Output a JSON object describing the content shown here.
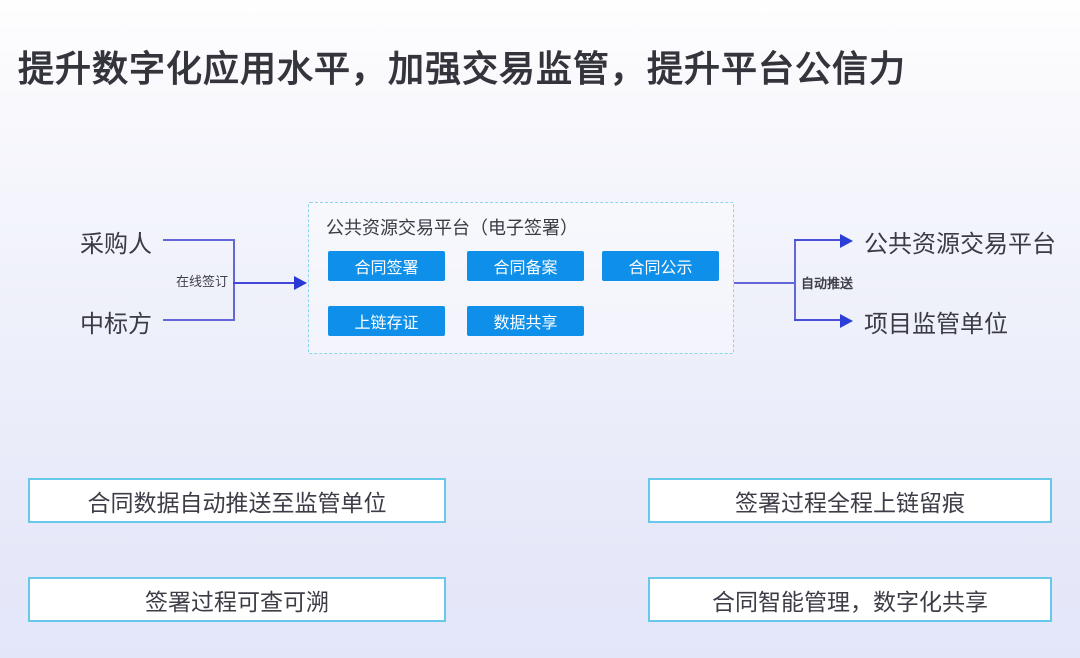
{
  "title": "提升数字化应用水平，加强交易监管，提升平台公信力",
  "flow": {
    "actors": [
      {
        "label": "采购人"
      },
      {
        "label": "中标方"
      }
    ],
    "left_edge_label": "在线签订",
    "platform": {
      "title": "公共资源交易平台（电子签署）",
      "features": [
        {
          "label": "合同签署"
        },
        {
          "label": "合同备案"
        },
        {
          "label": "合同公示"
        },
        {
          "label": "上链存证"
        },
        {
          "label": "数据共享"
        }
      ]
    },
    "right_edge_label": "自动推送",
    "targets": [
      {
        "label": "公共资源交易平台"
      },
      {
        "label": "项目监管单位"
      }
    ]
  },
  "benefits": [
    {
      "label": "合同数据自动推送至监管单位"
    },
    {
      "label": "签署过程全程上链留痕"
    },
    {
      "label": "签署过程可查可溯"
    },
    {
      "label": "合同智能管理，数字化共享"
    }
  ],
  "colors": {
    "feature_tag_blue": "#0e8fe9",
    "connector_purple": "#6366db",
    "arrow_blue": "#2b36d7",
    "platform_border_blue": "#8bd4ee",
    "benefit_border_blue": "#68c8e9",
    "title_text": "#34343c",
    "background_bottom": "#e3e5f9"
  }
}
